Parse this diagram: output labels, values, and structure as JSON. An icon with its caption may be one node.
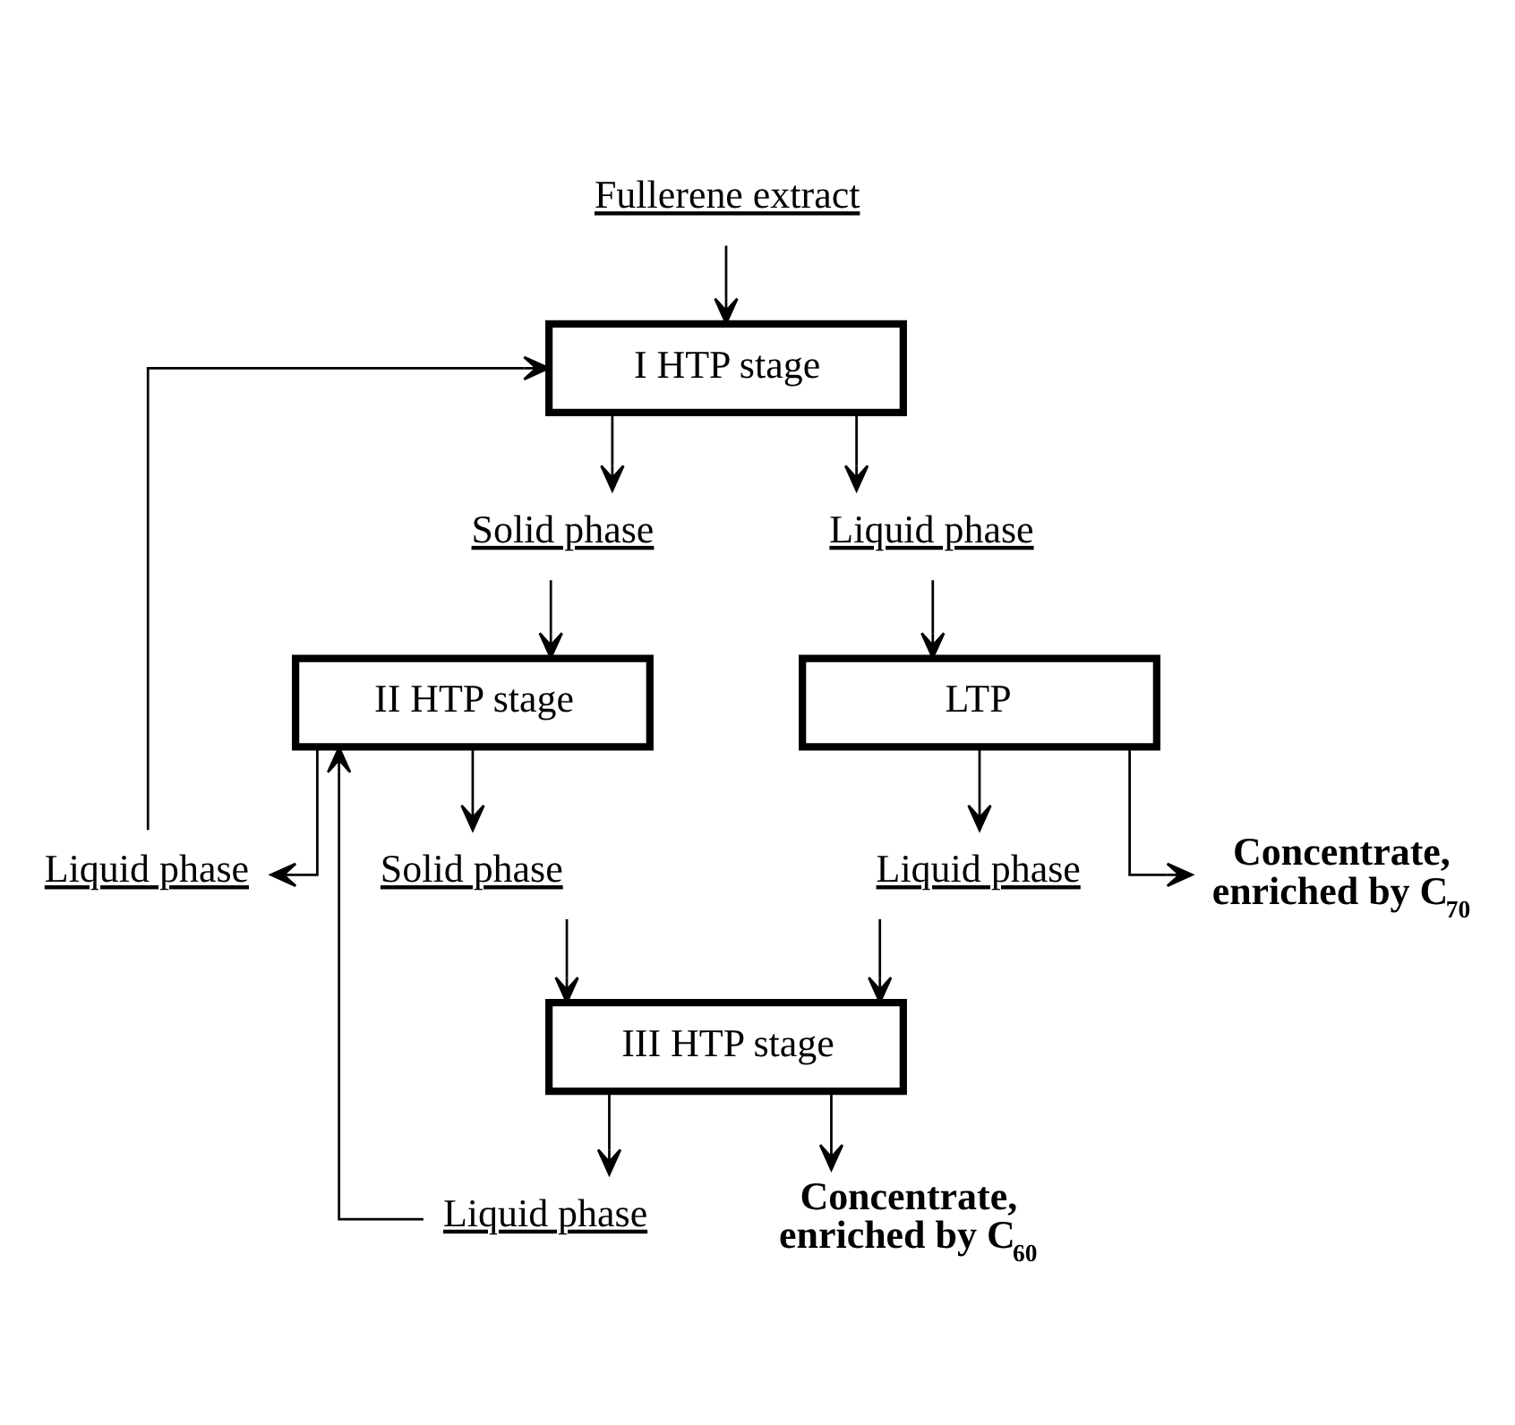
{
  "diagram": {
    "nodes": [
      {
        "text": [
          "Fullerene extract"
        ]
      },
      {
        "text": [
          "I HTP stage"
        ]
      },
      {
        "text": [
          "Solid phase"
        ]
      },
      {
        "text": [
          "Liquid phase"
        ]
      },
      {
        "text": [
          "II HTP stage"
        ]
      },
      {
        "text": [
          "LTP"
        ]
      },
      {
        "text": [
          "Liquid phase"
        ]
      },
      {
        "text": [
          "Solid phase"
        ]
      },
      {
        "text": [
          "Liquid phase"
        ]
      },
      {
        "text": [
          "Concentrate, enriched by C$_{70}$"
        ]
      },
      {
        "text": [
          "III HTP stage"
        ]
      },
      {
        "text": [
          "Liquid phase"
        ]
      },
      {
        "text": [
          "Concentrate, enriched by C$_{60}$"
        ]
      }
    ],
    "edges": [
      {
        "from": 0,
        "to": 1,
        "arrow": "to"
      },
      {
        "from": 1,
        "to": 2,
        "arrow": "to"
      },
      {
        "from": 1,
        "to": 3,
        "arrow": "to"
      },
      {
        "from": 2,
        "to": 4,
        "arrow": "to"
      },
      {
        "from": 3,
        "to": 5,
        "arrow": "to"
      },
      {
        "from": 4,
        "to": 6,
        "arrow": "to"
      },
      {
        "from": 4,
        "to": 7,
        "arrow": "to"
      },
      {
        "from": 5,
        "to": 8,
        "arrow": "to"
      },
      {
        "from": 5,
        "to": 9,
        "arrow": "to"
      },
      {
        "from": 6,
        "to": 1,
        "arrow": "to"
      },
      {
        "from": 7,
        "to": 10,
        "arrow": "to"
      },
      {
        "from": 8,
        "to": 10,
        "arrow": "to"
      },
      {
        "from": 10,
        "to": 11,
        "arrow": "to"
      },
      {
        "from": 10,
        "to": 12,
        "arrow": "to"
      },
      {
        "from": 11,
        "to": 4,
        "arrow": "to"
      }
    ]
  }
}
